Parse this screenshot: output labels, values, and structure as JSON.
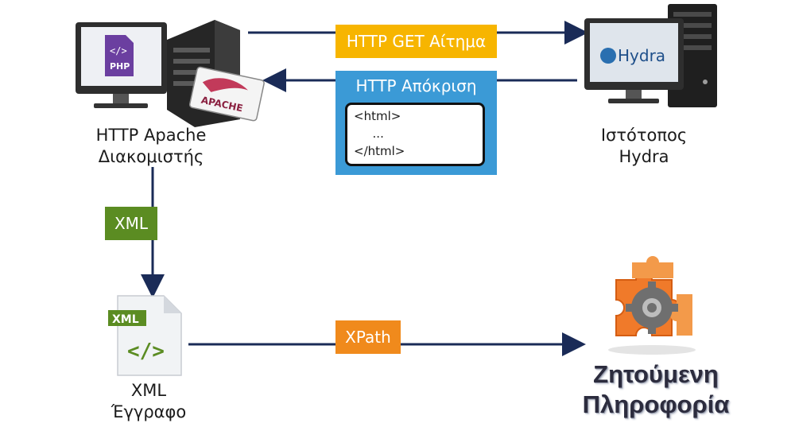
{
  "nodes": {
    "apache": {
      "line1": "HTTP Apache",
      "line2": "Διακομιστής",
      "php_badge": "PHP",
      "apache_badge": "APACHE"
    },
    "hydra": {
      "line1": "Ιστότοπος",
      "line2": "Hydra",
      "screen_logo": "Hydra"
    },
    "xml_doc": {
      "line1": "XML",
      "line2": "Έγγραφο",
      "file_badge": "XML",
      "file_glyph": "</>"
    },
    "result": {
      "line1": "Ζητούμενη",
      "line2": "Πληροφορία"
    }
  },
  "edges": {
    "request": {
      "label": "HTTP GET Αίτημα",
      "color": "#f7b500"
    },
    "response": {
      "label": "HTTP Απόκριση",
      "color": "#3b9ad6",
      "code": {
        "line1": "<html>",
        "line2": "  ...",
        "line3": "</html>"
      }
    },
    "xml": {
      "label": "XML",
      "color": "#5b8c22"
    },
    "xpath": {
      "label": "XPath",
      "color": "#f08a1c"
    }
  },
  "colors": {
    "arrow": "#1a2b57",
    "monitor": "#333333",
    "server": "#2a2a2a"
  }
}
